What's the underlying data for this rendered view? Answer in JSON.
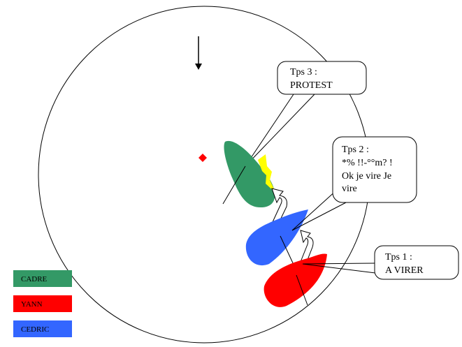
{
  "callouts": {
    "tps3": {
      "lines": [
        "Tps 3 :",
        "PROTEST"
      ]
    },
    "tps2": {
      "lines": [
        "Tps 2 :",
        "*% !!-°°m? !",
        "Ok je vire Je",
        "vire"
      ]
    },
    "tps1": {
      "lines": [
        "Tps 1 :",
        "A VIRER"
      ]
    }
  },
  "boats": {
    "cadre": {
      "color": "#339966"
    },
    "cedric": {
      "color": "#3366ff"
    },
    "yann": {
      "color": "#ff0000"
    }
  },
  "legend": [
    {
      "label": "CADRE",
      "color": "#339966"
    },
    {
      "label": "YANN",
      "color": "#ff0000"
    },
    {
      "label": "CEDRIC",
      "color": "#3366ff"
    }
  ],
  "icons": {
    "wind": "wind-arrow-icon",
    "mark": "mark-icon",
    "collision": "collision-icon",
    "tack": "tack-arrow-icon"
  },
  "colors": {
    "mark": "#ff0000",
    "collision": "#ffff00",
    "outline": "#000000"
  }
}
